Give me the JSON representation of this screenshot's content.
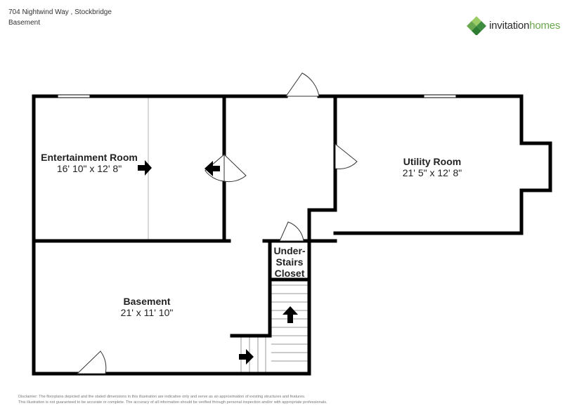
{
  "header": {
    "address": "704 Nightwind Way , Stockbridge",
    "floor": "Basement"
  },
  "logo": {
    "word1": "invitation",
    "word2": "homes",
    "colors": [
      "#6aa84f",
      "#3c8d40",
      "#9ccc65",
      "#2e7d32"
    ]
  },
  "rooms": {
    "entertainment": {
      "name": "Entertainment Room",
      "dims": "16' 10\" x 12' 8\""
    },
    "utility": {
      "name": "Utility Room",
      "dims": "21' 5\" x 12' 8\""
    },
    "closet": {
      "name_line1": "Under-",
      "name_line2": "Stairs",
      "name_line3": "Closet"
    },
    "basement": {
      "name": "Basement",
      "dims": "21' x 11' 10\""
    }
  },
  "disclaimer": {
    "line1": "Disclaimer: The floorplans depicted and the stated dimensions in this illustration are indicative only and serve as an approximation of existing structures and features.",
    "line2": "This illustration is not guaranteed to be accurate or complete. The accuracy of all information should be verified through personal inspection and/or with appropriate professionals."
  }
}
